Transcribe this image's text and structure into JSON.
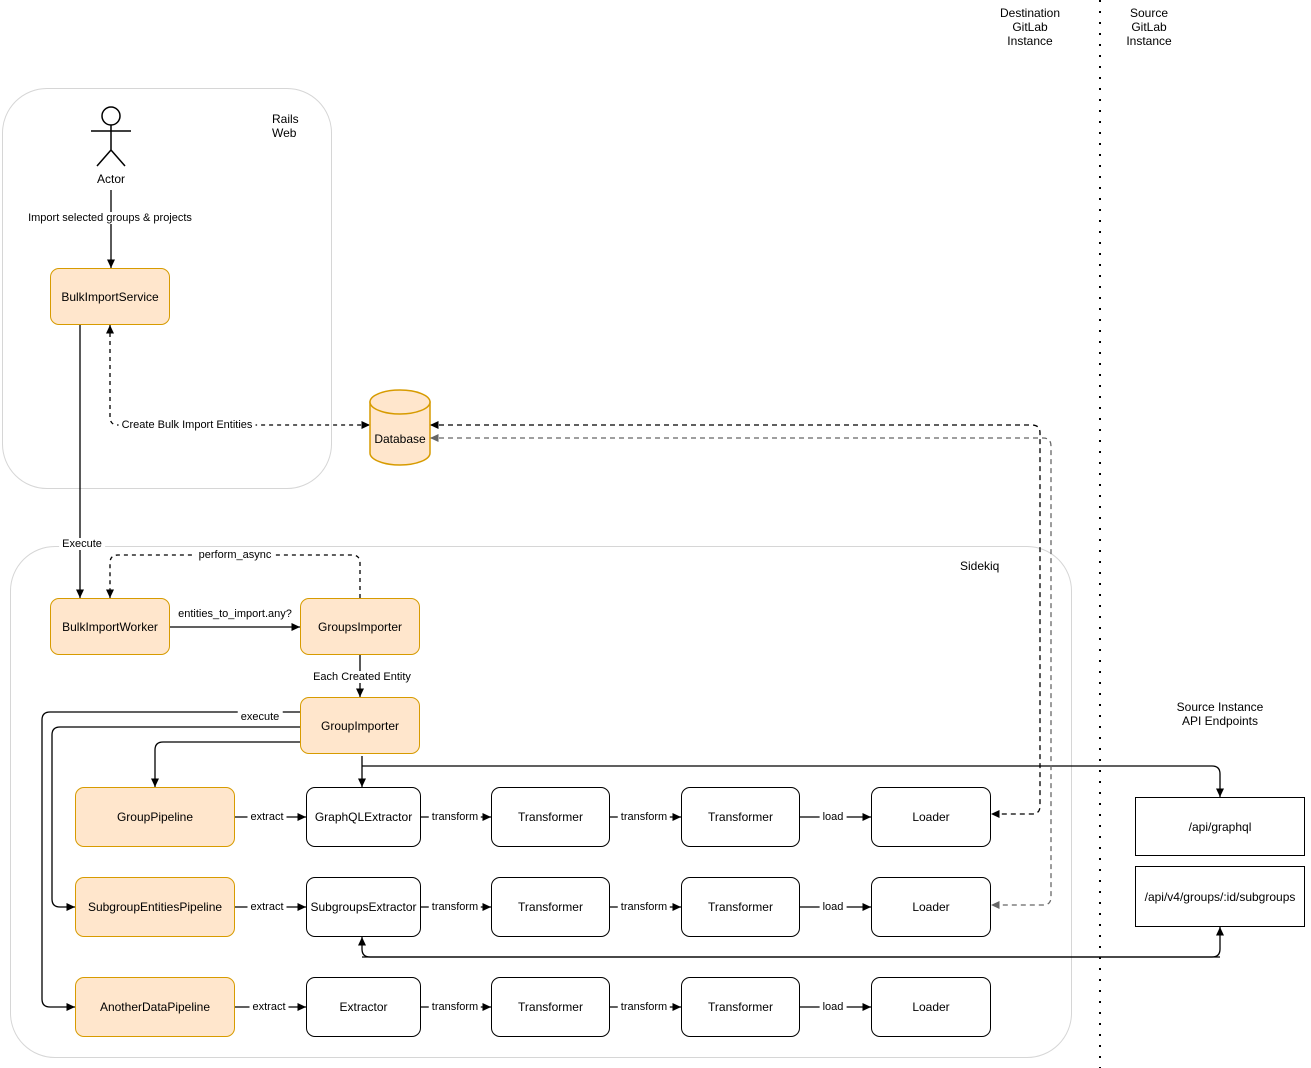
{
  "colors": {
    "node_fill_accent": "#FFE6CC",
    "node_stroke_accent": "#D79B00",
    "node_stroke_default": "#000000",
    "container_stroke": "#D6D6D6",
    "edge_color": "#000000",
    "edge_color_gray": "#666666"
  },
  "regions": {
    "rails_web": {
      "label": "Rails\nWeb"
    },
    "sidekiq": {
      "label": "Sidekiq"
    },
    "destination_instance": {
      "label": "Destination\nGitLab\nInstance"
    },
    "source_instance": {
      "label": "Source\nGitLab\nInstance"
    },
    "api_endpoints": {
      "label": "Source Instance API Endpoints"
    }
  },
  "nodes": {
    "actor": {
      "label": "Actor"
    },
    "bulk_import_service": {
      "label": "BulkImportService"
    },
    "database": {
      "label": "Database"
    },
    "bulk_import_worker": {
      "label": "BulkImportWorker"
    },
    "groups_importer": {
      "label": "GroupsImporter"
    },
    "group_importer": {
      "label": "GroupImporter"
    },
    "group_pipeline": {
      "label": "GroupPipeline"
    },
    "subgroup_entities_pipeline": {
      "label": "SubgroupEntitiesPipeline"
    },
    "another_data_pipeline": {
      "label": "AnotherDataPipeline"
    },
    "graphql_extractor": {
      "label": "GraphQLExtractor"
    },
    "subgroups_extractor": {
      "label": "SubgroupsExtractor"
    },
    "extractor": {
      "label": "Extractor"
    },
    "transformer": {
      "label": "Transformer"
    },
    "loader": {
      "label": "Loader"
    },
    "api_graphql": {
      "label": "/api/graphql"
    },
    "api_subgroups": {
      "label": "/api/v4/groups/:id/subgroups"
    }
  },
  "edges": {
    "import_selected": {
      "label": "Import selected groups & projects"
    },
    "create_bulk_import_entities": {
      "label": "Create Bulk Import Entities"
    },
    "execute": {
      "label": "Execute"
    },
    "perform_async": {
      "label": "perform_async"
    },
    "entities_to_import": {
      "label": "entities_to_import.any?"
    },
    "each_created_entity": {
      "label": "Each Created Entity"
    },
    "execute_pipeline": {
      "label": "execute"
    },
    "extract": {
      "label": "extract"
    },
    "transform": {
      "label": "transform"
    },
    "load": {
      "label": "load"
    }
  }
}
